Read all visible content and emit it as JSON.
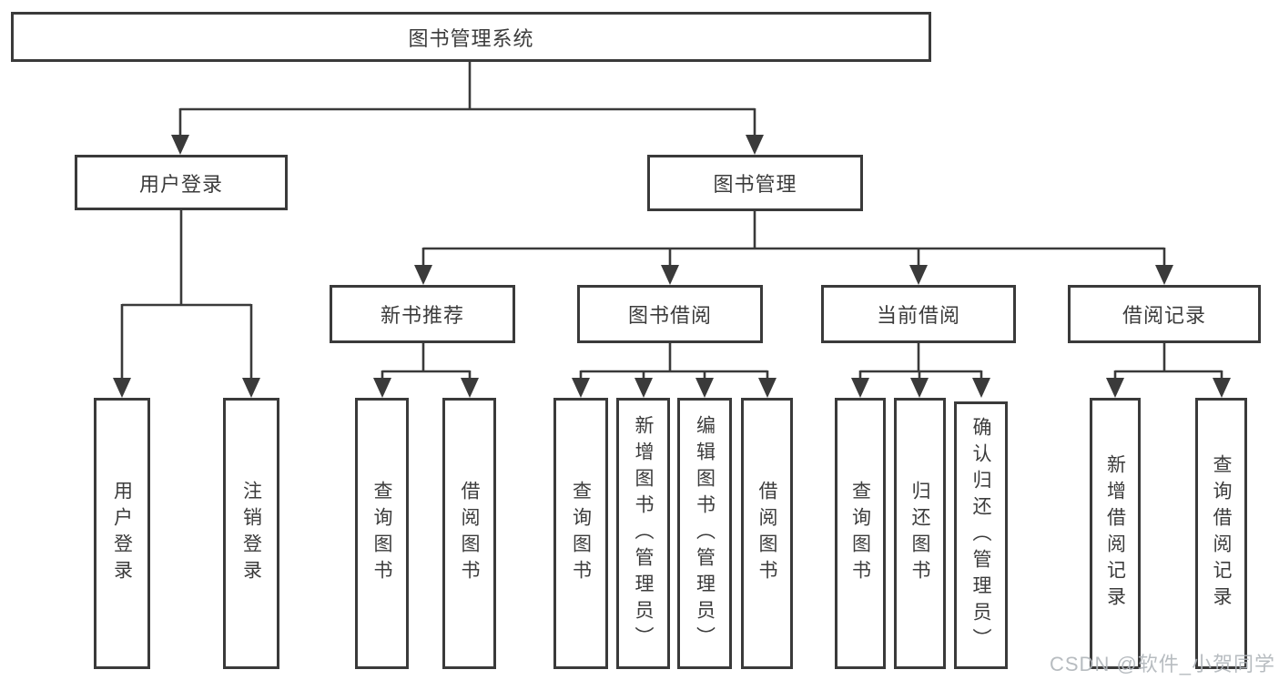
{
  "diagram": {
    "root": {
      "label": "图书管理系统"
    },
    "children": [
      {
        "label": "用户登录",
        "children": [
          {
            "label": "用户登录"
          },
          {
            "label": "注销登录"
          }
        ]
      },
      {
        "label": "图书管理",
        "children": [
          {
            "label": "新书推荐",
            "children": [
              {
                "label": "查询图书"
              },
              {
                "label": "借阅图书"
              }
            ]
          },
          {
            "label": "图书借阅",
            "children": [
              {
                "label": "查询图书"
              },
              {
                "label": "新增图书（管理员）"
              },
              {
                "label": "编辑图书（管理员）"
              },
              {
                "label": "借阅图书"
              }
            ]
          },
          {
            "label": "当前借阅",
            "children": [
              {
                "label": "查询图书"
              },
              {
                "label": "归还图书"
              },
              {
                "label": "确认归还（管理员）"
              }
            ]
          },
          {
            "label": "借阅记录",
            "children": [
              {
                "label": "新增借阅记录"
              },
              {
                "label": "查询借阅记录"
              }
            ]
          }
        ]
      }
    ]
  },
  "watermark": {
    "text": "CSDN @软件_小贺同学"
  },
  "colors": {
    "line": "#3a3a3a",
    "text": "#3c3c3c",
    "watermark": "#b0b5ba",
    "background": "#ffffff"
  }
}
